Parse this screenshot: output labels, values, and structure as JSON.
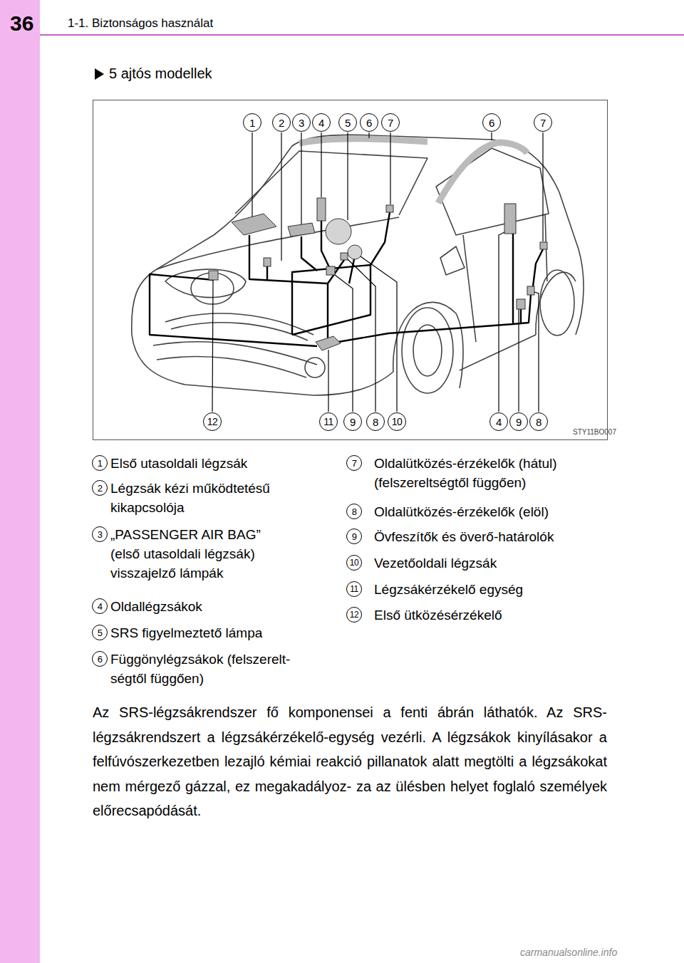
{
  "diagram": {
    "title": "5 ajtós modellek",
    "nodes": [
      {
        "text": [
          "1"
        ]
      },
      {
        "text": [
          "2"
        ]
      },
      {
        "text": [
          "3"
        ]
      },
      {
        "text": [
          "4"
        ]
      },
      {
        "text": [
          "5"
        ]
      },
      {
        "text": [
          "6"
        ]
      },
      {
        "text": [
          "7"
        ]
      },
      {
        "text": [
          "6"
        ]
      },
      {
        "text": [
          "7"
        ]
      },
      {
        "text": [
          "12"
        ]
      },
      {
        "text": [
          "11"
        ]
      },
      {
        "text": [
          "9"
        ]
      },
      {
        "text": [
          "8"
        ]
      },
      {
        "text": [
          "10"
        ]
      },
      {
        "text": [
          "4"
        ]
      },
      {
        "text": [
          "9"
        ]
      },
      {
        "text": [
          "8"
        ]
      },
      {
        "text": [
          "1"
        ]
      },
      {
        "text": [
          "2"
        ]
      },
      {
        "text": [
          "3"
        ]
      },
      {
        "text": [
          "4"
        ]
      },
      {
        "text": [
          "5"
        ]
      },
      {
        "text": [
          "6"
        ]
      },
      {
        "text": [
          "7"
        ]
      },
      {
        "text": [
          "8"
        ]
      },
      {
        "text": [
          "9"
        ]
      },
      {
        "text": [
          "10"
        ]
      },
      {
        "text": [
          "11"
        ]
      },
      {
        "text": [
          "12"
        ]
      }
    ],
    "labels": [
      "36",
      "1-1. Biztonságos használat",
      "STY11BO007",
      "Első utasoldali légzsák",
      "Légzsák kézi működtetésű kikapcsolója",
      "„PASSENGER AIR BAG” (első utasoldali légzsák) visszajelző lámpák",
      "Oldallégzsákok",
      "SRS figyelmeztető lámpa",
      "Függönylégzsákok (felszerelt- ségtől függően)",
      "Oldalütközés-érzékelők (hátul) (felszereltségtől függően)",
      "Oldalütközés-érzékelők (elöl)",
      "Övfeszítők és överő-határolók",
      "Vezetőoldali légzsák",
      "Légzsákérzékelő egység",
      "Első ütközésérzékelő",
      "Az SRS-légzsákrendszer fő komponensei a fenti ábrán láthatók. Az SRS-légzsákrendszert a légzsákérzékelő-egység vezérli. A légzsákok kinyílásakor a felfúvószerkezetben lezajló kémiai reakció pillanatok alatt megtölti a légzsákokat nem mérgező gázzal, ez megakadályoz- za az ülésben helyet foglaló személyek előrecsapódását.",
      "carmanualsonline.info"
    ]
  }
}
